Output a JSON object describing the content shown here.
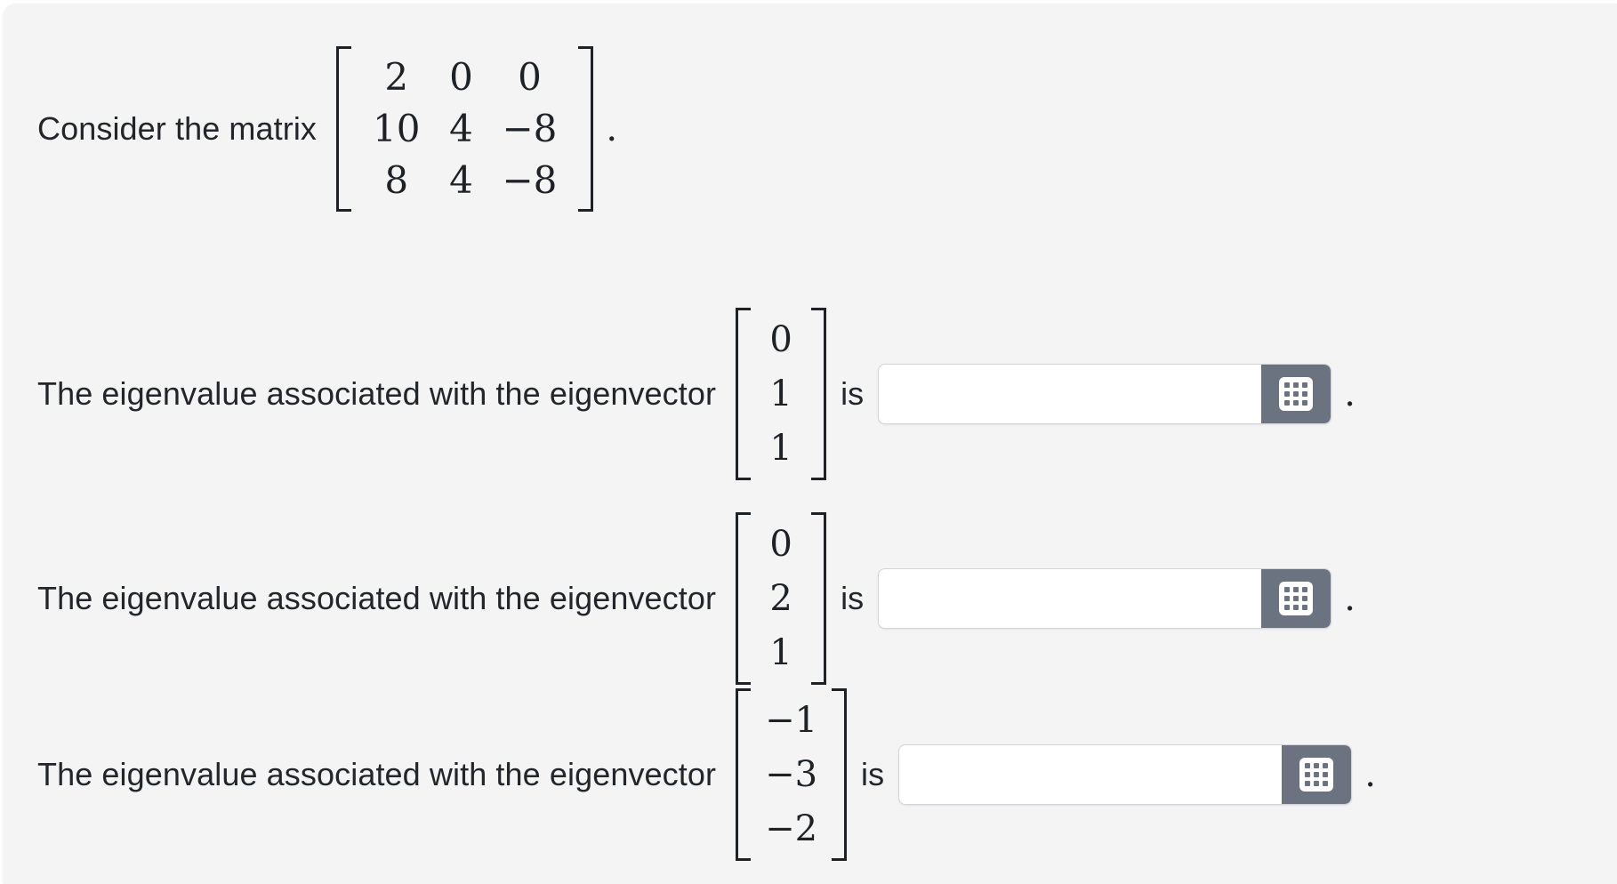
{
  "card": {
    "background": "#f4f4f5",
    "page_background": "#ffffff"
  },
  "colors": {
    "text": "#22262b",
    "math": "#1e2227",
    "keypad_button": "#6b7280",
    "input_border": "#d2d4d8",
    "input_background": "#ffffff"
  },
  "prompt": {
    "lead_text": "Consider the matrix",
    "trailing_punctuation": ".",
    "matrix": {
      "rows": [
        [
          "2",
          "0",
          "0"
        ],
        [
          "10",
          "4",
          "−8"
        ],
        [
          "8",
          "4",
          "−8"
        ]
      ]
    }
  },
  "questions": [
    {
      "lead_text": "The eigenvalue associated with the eigenvector",
      "vector": [
        "0",
        "1",
        "1"
      ],
      "connector": "is",
      "answer_value": "",
      "answer_placeholder": "",
      "keypad_icon": "math-keypad-icon",
      "trailing_punctuation": "."
    },
    {
      "lead_text": "The eigenvalue associated with the eigenvector",
      "vector": [
        "0",
        "2",
        "1"
      ],
      "connector": "is",
      "answer_value": "",
      "answer_placeholder": "",
      "keypad_icon": "math-keypad-icon",
      "trailing_punctuation": "."
    },
    {
      "lead_text": "The eigenvalue associated with the eigenvector",
      "vector": [
        "−1",
        "−3",
        "−2"
      ],
      "connector": "is",
      "answer_value": "",
      "answer_placeholder": "",
      "keypad_icon": "math-keypad-icon",
      "trailing_punctuation": "."
    }
  ]
}
